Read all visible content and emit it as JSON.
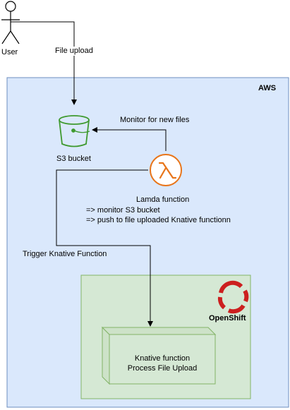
{
  "actor": {
    "label": "User"
  },
  "edges": {
    "upload": "File upload",
    "monitor": "Monitor for new files",
    "trigger": "Trigger Knative Function"
  },
  "aws": {
    "label": "AWS",
    "fill": "#dae8fc",
    "stroke": "#6c8ebf"
  },
  "s3": {
    "label": "S3 bucket",
    "color": "#3f9a2f"
  },
  "lambda": {
    "label": "Lamda function",
    "line1": "=> monitor S3 bucket",
    "line2": "=> push to file uploaded Knative functionn",
    "color": "#e8751a"
  },
  "openshift": {
    "label": "OpenShift",
    "fill": "#d5e8d4",
    "stroke": "#82b366",
    "logo_color": "#cc1f1f"
  },
  "knative": {
    "line1": "Knative function",
    "line2": "Process File Upload"
  }
}
